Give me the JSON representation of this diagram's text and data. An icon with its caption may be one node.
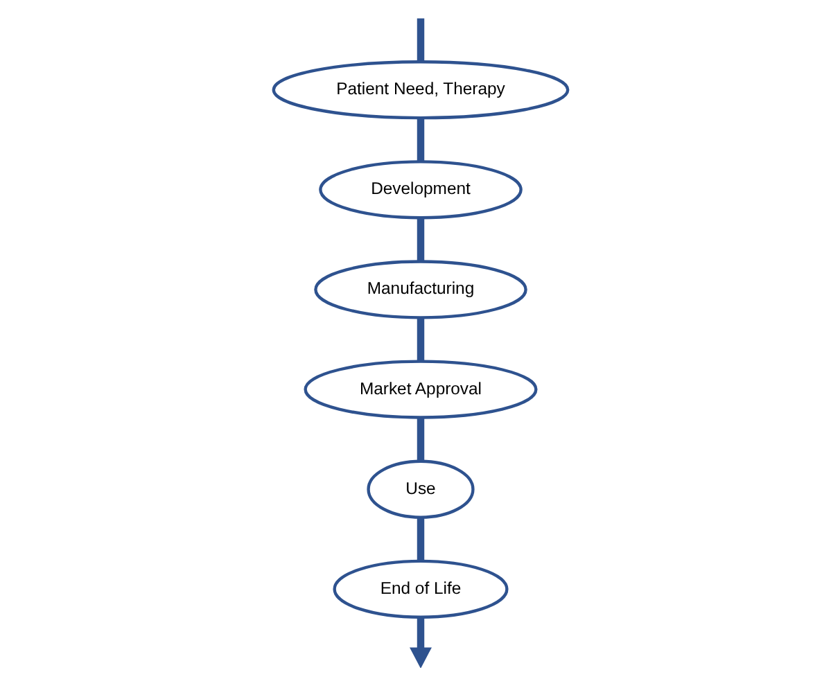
{
  "diagram": {
    "nodes": [
      {
        "text": [
          "Patient Need, Therapy"
        ]
      },
      {
        "text": [
          "Development"
        ]
      },
      {
        "text": [
          "Manufacturing"
        ]
      },
      {
        "text": [
          "Market Approval"
        ]
      },
      {
        "text": [
          "Use"
        ]
      },
      {
        "text": [
          "End of Life"
        ]
      }
    ],
    "edges": [
      {
        "from": null,
        "to": 0,
        "arrow": "none"
      },
      {
        "from": 0,
        "to": 1,
        "arrow": "none"
      },
      {
        "from": 1,
        "to": 2,
        "arrow": "none"
      },
      {
        "from": 2,
        "to": 3,
        "arrow": "none"
      },
      {
        "from": 3,
        "to": 4,
        "arrow": "none"
      },
      {
        "from": 4,
        "to": 5,
        "arrow": "none"
      },
      {
        "from": 5,
        "to": null,
        "arrow": "to"
      }
    ]
  }
}
